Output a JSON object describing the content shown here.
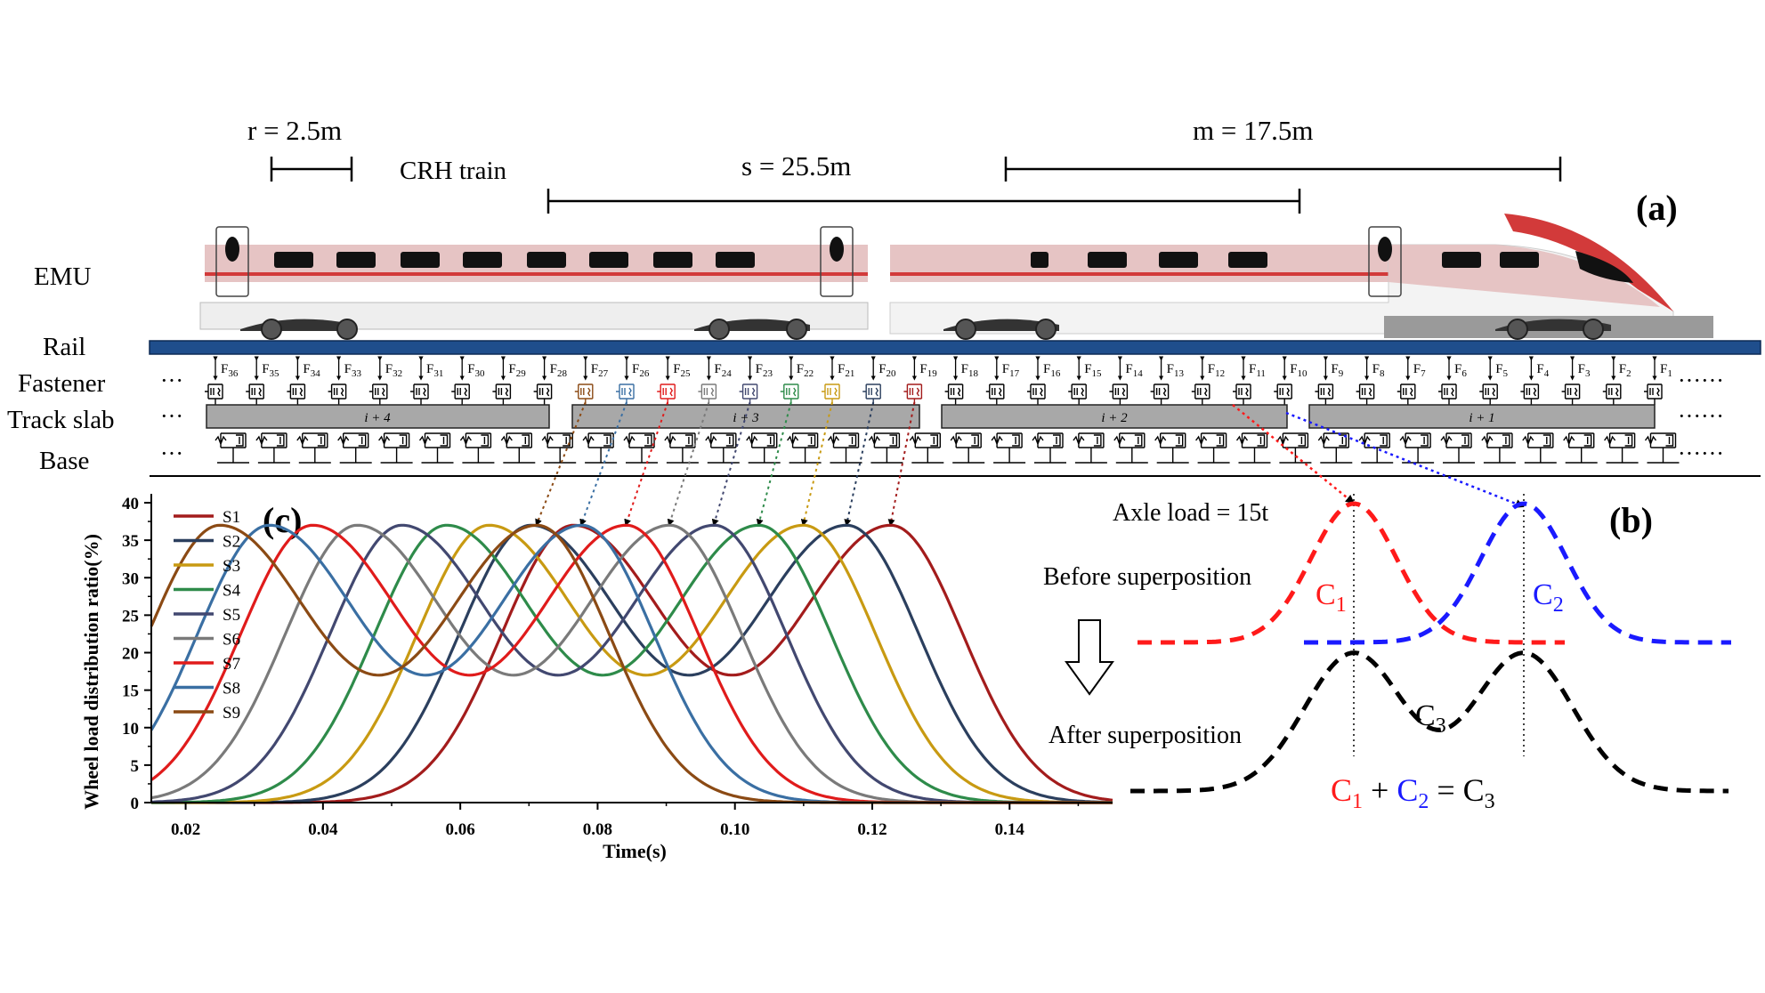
{
  "panels": {
    "a": "(a)",
    "b": "(b)",
    "c": "(c)"
  },
  "dims": {
    "r": "r = 2.5m",
    "s": "s = 25.5m",
    "m": "m = 17.5m",
    "train": "CRH train"
  },
  "row_labels": {
    "emu": "EMU",
    "rail": "Rail",
    "fastener": "Fastener",
    "track_slab": "Track slab",
    "base": "Base"
  },
  "slabs": [
    "i + 4",
    "i + 3",
    "i + 2",
    "i + 1"
  ],
  "fasteners": [
    "F36",
    "F35",
    "F34",
    "F33",
    "F32",
    "F31",
    "F30",
    "F29",
    "F28",
    "F27",
    "F26",
    "F25",
    "F24",
    "F23",
    "F22",
    "F21",
    "F20",
    "F19",
    "F18",
    "F17",
    "F16",
    "F15",
    "F14",
    "F13",
    "F12",
    "F11",
    "F10",
    "F9",
    "F8",
    "F7",
    "F6",
    "F5",
    "F4",
    "F3",
    "F2",
    "F1"
  ],
  "superposition": {
    "axle_load": "Axle load = 15t",
    "before": "Before superposition",
    "after": "After superposition",
    "c1": "C1",
    "c2": "C2",
    "c3": "C3",
    "equation": [
      "C1",
      "+",
      "C2",
      "=",
      "C3"
    ]
  },
  "colors": {
    "S1": "#a31c1c",
    "S2": "#2b3f5e",
    "S3": "#c89a12",
    "S4": "#2e8b4a",
    "S5": "#424870",
    "S6": "#7a7a7a",
    "S7": "#e01b1b",
    "S8": "#3a6fa3",
    "S9": "#8b4a14",
    "rail": "#1f4e8c",
    "slab": "#a8a8a8",
    "c1": "#ff1a1a",
    "c2": "#1a1aff",
    "c3": "#000000"
  },
  "chart_data": {
    "type": "line",
    "xlabel": "Time(s)",
    "ylabel": "Wheel load distribution ratio(%)",
    "xlim": [
      0.015,
      0.155
    ],
    "ylim": [
      0,
      40
    ],
    "xticks": [
      0.02,
      0.04,
      0.06,
      0.08,
      0.1,
      0.12,
      0.14
    ],
    "xtick_labels": [
      "0.02",
      "0.04",
      "0.06",
      "0.08",
      "0.10",
      "0.12",
      "0.14"
    ],
    "yticks": [
      0,
      5,
      10,
      15,
      20,
      25,
      30,
      35,
      40
    ],
    "peak": 37,
    "valley": 17,
    "series": [
      {
        "name": "S1",
        "peaks": [
          0.0765,
          0.1227
        ]
      },
      {
        "name": "S2",
        "peaks": [
          0.0703,
          0.1163
        ]
      },
      {
        "name": "S3",
        "peaks": [
          0.0642,
          0.11
        ]
      },
      {
        "name": "S4",
        "peaks": [
          0.058,
          0.1035
        ]
      },
      {
        "name": "S5",
        "peaks": [
          0.0515,
          0.097
        ]
      },
      {
        "name": "S6",
        "peaks": [
          0.045,
          0.0905
        ]
      },
      {
        "name": "S7",
        "peaks": [
          0.0385,
          0.0842
        ]
      },
      {
        "name": "S8",
        "peaks": [
          0.0322,
          0.0777
        ]
      },
      {
        "name": "S9",
        "peaks": [
          0.025,
          0.0712
        ]
      }
    ]
  }
}
